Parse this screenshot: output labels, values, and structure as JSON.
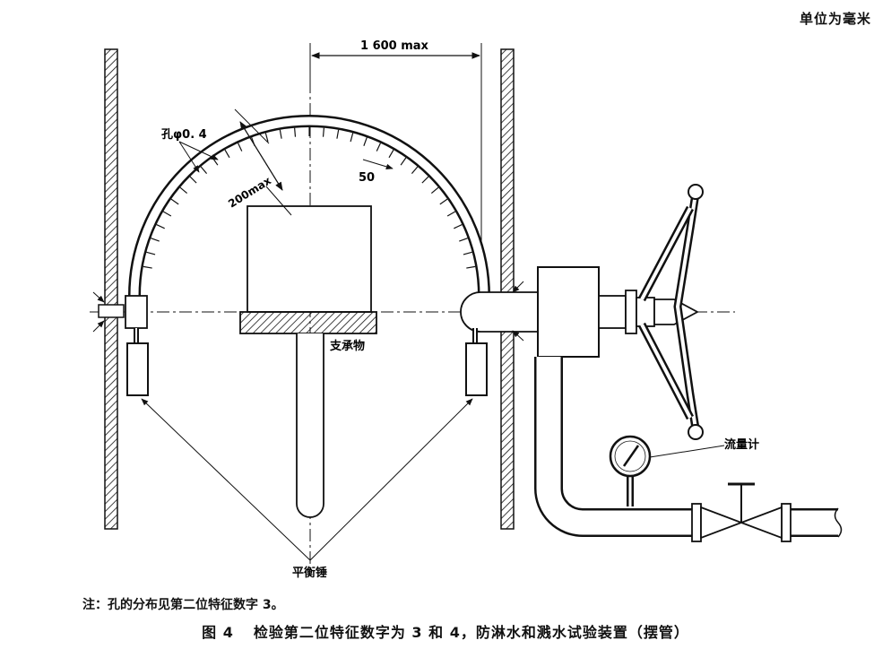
{
  "unit_note": "单位为毫米",
  "labels": {
    "dimension_width": "1 600 max",
    "hole": "孔φ0. 4",
    "dimension_radius": "200max",
    "angle_mark": "50",
    "support": "支承物",
    "flowmeter": "流量计",
    "counterweight": "平衡锤"
  },
  "footnote": "注：孔的分布见第二位特征数字 3。",
  "caption": {
    "number": "图 4",
    "title": "检验第二位特征数字为 3 和 4，防淋水和溅水试验装置（摆管）"
  }
}
